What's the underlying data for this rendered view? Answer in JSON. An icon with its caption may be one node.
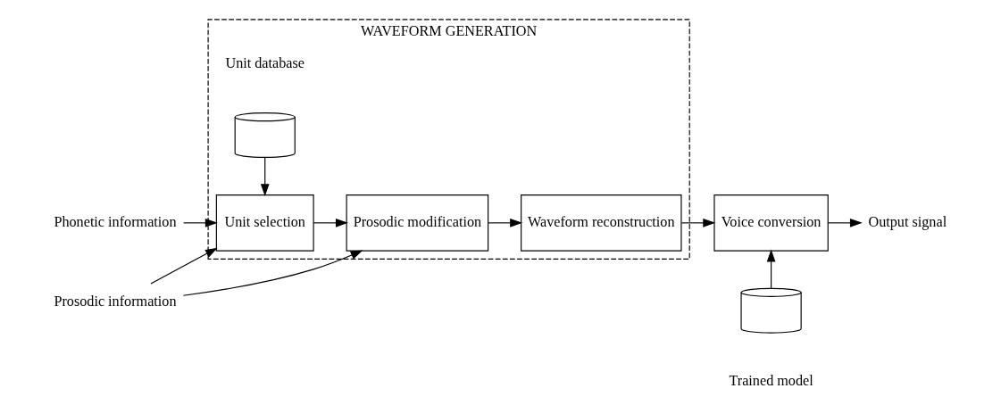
{
  "diagram": {
    "nodes": [
      {
        "text": [
          "WAVEFORM GENERATION"
        ]
      },
      {
        "text": [
          "Unit selection"
        ],
        "in": 0
      },
      {
        "text": [
          "Prosodic modification"
        ],
        "in": 0
      },
      {
        "text": [
          "Waveform reconstruction"
        ],
        "in": 0
      },
      {
        "text": [],
        "shape": "cylinder",
        "beside": [
          "Unit database"
        ],
        "in": 0
      },
      {
        "text": [
          "Voice conversion"
        ]
      },
      {
        "text": [],
        "shape": "cylinder",
        "beside": [
          "Trained model"
        ]
      },
      {
        "text": [
          "Prosodic information"
        ]
      },
      {
        "text": [
          "Phonetic information"
        ]
      },
      {
        "text": [
          "Output signal"
        ]
      }
    ],
    "edges": [
      {
        "from": 7,
        "to": 1,
        "arrow": "to"
      },
      {
        "from": 7,
        "to": 2,
        "arrow": "to"
      },
      {
        "from": 8,
        "to": 1,
        "arrow": "to"
      },
      {
        "from": 4,
        "to": 1,
        "arrow": "to"
      },
      {
        "from": 1,
        "to": 2,
        "arrow": "to"
      },
      {
        "from": 2,
        "to": 3,
        "arrow": "to"
      },
      {
        "from": 3,
        "to": 5,
        "arrow": "to"
      },
      {
        "from": 6,
        "to": 5,
        "arrow": "to"
      },
      {
        "from": 5,
        "to": 9,
        "arrow": "to"
      }
    ]
  }
}
